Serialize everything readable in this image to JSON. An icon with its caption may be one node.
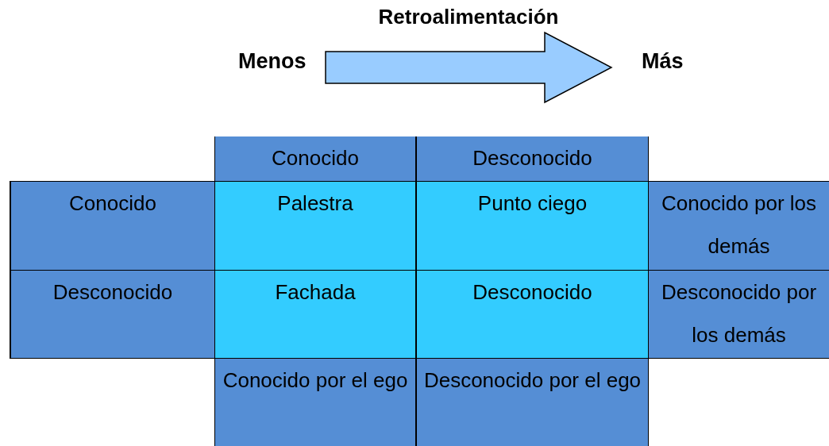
{
  "diagram": {
    "nodes": [
      {
        "text": [
          "Menos"
        ]
      },
      {
        "text": [
          "Más"
        ]
      }
    ],
    "edges": [
      {
        "from": 0,
        "to": 1,
        "arrow": "to",
        "label": "Retroalimentación",
        "style": "thick"
      }
    ],
    "labels": [
      "Conocido",
      "Desconocido",
      "Conocido",
      "Palestra",
      "Punto ciego",
      "Conocido por los demás",
      "Desconocido",
      "Fachada",
      "Desconocido",
      "Desconocido por los demás",
      "Conocido por el ego",
      "Desconocido por el ego"
    ]
  }
}
